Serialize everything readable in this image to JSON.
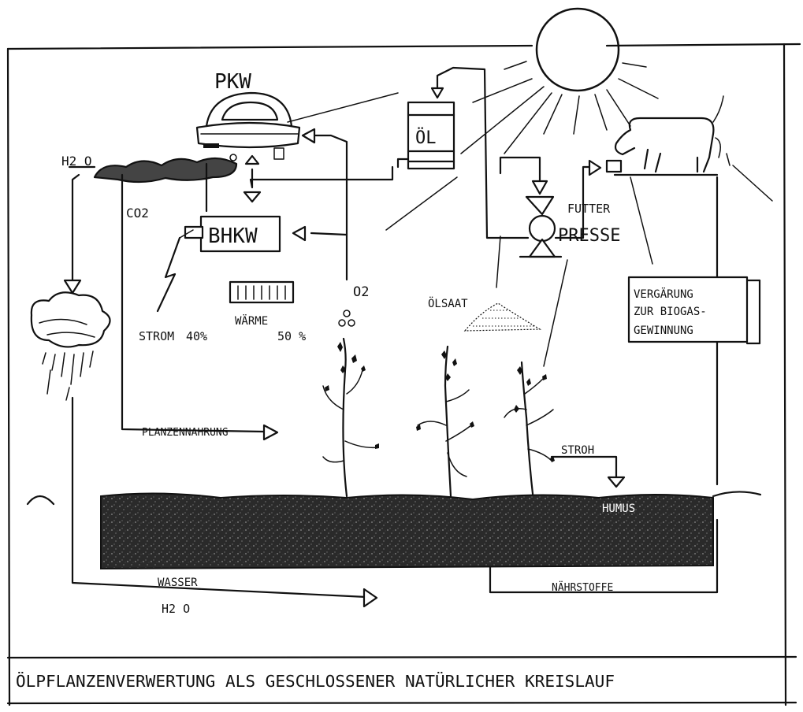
{
  "labels": {
    "pkw": "PKW",
    "oel": "ÖL",
    "h2o_top": "H2 O",
    "co2": "CO2",
    "bhkw": "BHKW",
    "strom": "STROM",
    "strom_pct": "40%",
    "waerme": "WÄRME",
    "waerme_pct": "50 %",
    "o2": "O2",
    "oelsaat": "ÖLSAAT",
    "futter": "FUTTER",
    "presse": "PRESSE",
    "vergaerung_1": "VERGÄRUNG",
    "vergaerung_2": "ZUR BIOGAS-",
    "vergaerung_3": "GEWINNUNG",
    "pflanzennahrung": "PLANZENNAHRUNG",
    "stroh": "STROH",
    "humus": "HUMUS",
    "wasser": "WASSER",
    "h2o_bottom": "H2 O",
    "naehrstoffe": "NÄHRSTOFFE",
    "caption": "ÖLPFLANZENVERWERTUNG  ALS  GESCHLOSSENER  NATÜRLICHER  KREISLAUF"
  },
  "colors": {
    "ink": "#111111",
    "paper": "#ffffff",
    "soil": "#2a2a2a"
  },
  "icons": [
    "sun-icon",
    "car-icon",
    "oil-barrel-icon",
    "cow-icon",
    "press-icon",
    "rain-cloud-icon",
    "lightning-icon",
    "radiator-icon",
    "plant-icon",
    "seed-pile-icon"
  ]
}
